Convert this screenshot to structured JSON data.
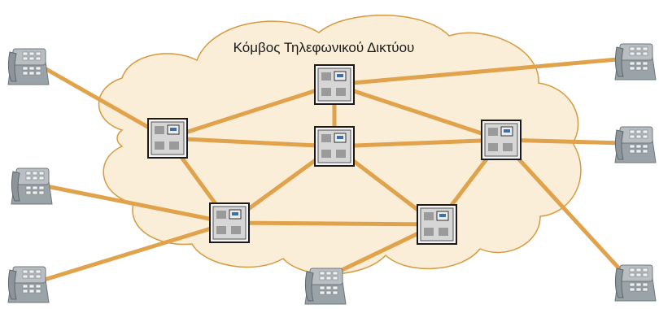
{
  "cloud": {
    "label": "Κόμβος Τηλεφωνικού Δικτύου"
  },
  "colors": {
    "link": "#e0a24a",
    "cloud_fill": "#fbeed8",
    "cloud_stroke": "#d69a3e",
    "switch_body": "#d6d6d6",
    "switch_panel": "#9a9a9a",
    "phone_body": "#9aa3a8"
  },
  "nodes": {
    "switches": [
      {
        "id": "sw-top"
      },
      {
        "id": "sw-left"
      },
      {
        "id": "sw-center"
      },
      {
        "id": "sw-right"
      },
      {
        "id": "sw-bottom-left"
      },
      {
        "id": "sw-bottom-right"
      }
    ],
    "telephones": [
      {
        "id": "phone-top-left",
        "icon": "telephone-icon"
      },
      {
        "id": "phone-middle-left",
        "icon": "telephone-icon"
      },
      {
        "id": "phone-bottom-left",
        "icon": "telephone-icon"
      },
      {
        "id": "phone-bottom-center",
        "icon": "telephone-icon"
      },
      {
        "id": "phone-top-right",
        "icon": "telephone-icon"
      },
      {
        "id": "phone-middle-right",
        "icon": "telephone-icon"
      },
      {
        "id": "phone-bottom-right",
        "icon": "telephone-icon"
      }
    ]
  },
  "links": [
    [
      "sw-top",
      "sw-left"
    ],
    [
      "sw-top",
      "sw-center"
    ],
    [
      "sw-top",
      "sw-right"
    ],
    [
      "sw-top",
      "phone-top-right"
    ],
    [
      "sw-left",
      "sw-center"
    ],
    [
      "sw-left",
      "sw-bottom-left"
    ],
    [
      "sw-left",
      "phone-top-left"
    ],
    [
      "sw-center",
      "sw-right"
    ],
    [
      "sw-center",
      "sw-bottom-left"
    ],
    [
      "sw-center",
      "sw-bottom-right"
    ],
    [
      "sw-right",
      "sw-bottom-right"
    ],
    [
      "sw-right",
      "phone-middle-right"
    ],
    [
      "sw-right",
      "phone-bottom-right"
    ],
    [
      "sw-bottom-left",
      "sw-bottom-right"
    ],
    [
      "sw-bottom-left",
      "phone-middle-left"
    ],
    [
      "sw-bottom-left",
      "phone-bottom-left"
    ],
    [
      "sw-bottom-right",
      "phone-bottom-center"
    ]
  ]
}
